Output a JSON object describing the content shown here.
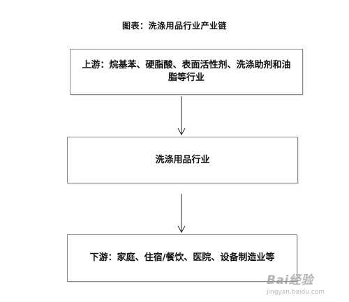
{
  "title": "图表：洗涤用品行业产业链",
  "nodes": [
    {
      "id": "upstream",
      "label": "上游：烷基苯、硬脂酸、表面活性剂、洗涤助剂和油脂等行业"
    },
    {
      "id": "industry",
      "label": "洗涤用品行业"
    },
    {
      "id": "downstream",
      "label": "下游：家庭、住宿/餐饮、医院、设备制造业等"
    }
  ],
  "edges": [
    {
      "from": "upstream",
      "to": "industry"
    },
    {
      "from": "industry",
      "to": "downstream"
    }
  ],
  "watermark": {
    "brand": "Bai经验",
    "url": "jingyan.baidu.com"
  }
}
